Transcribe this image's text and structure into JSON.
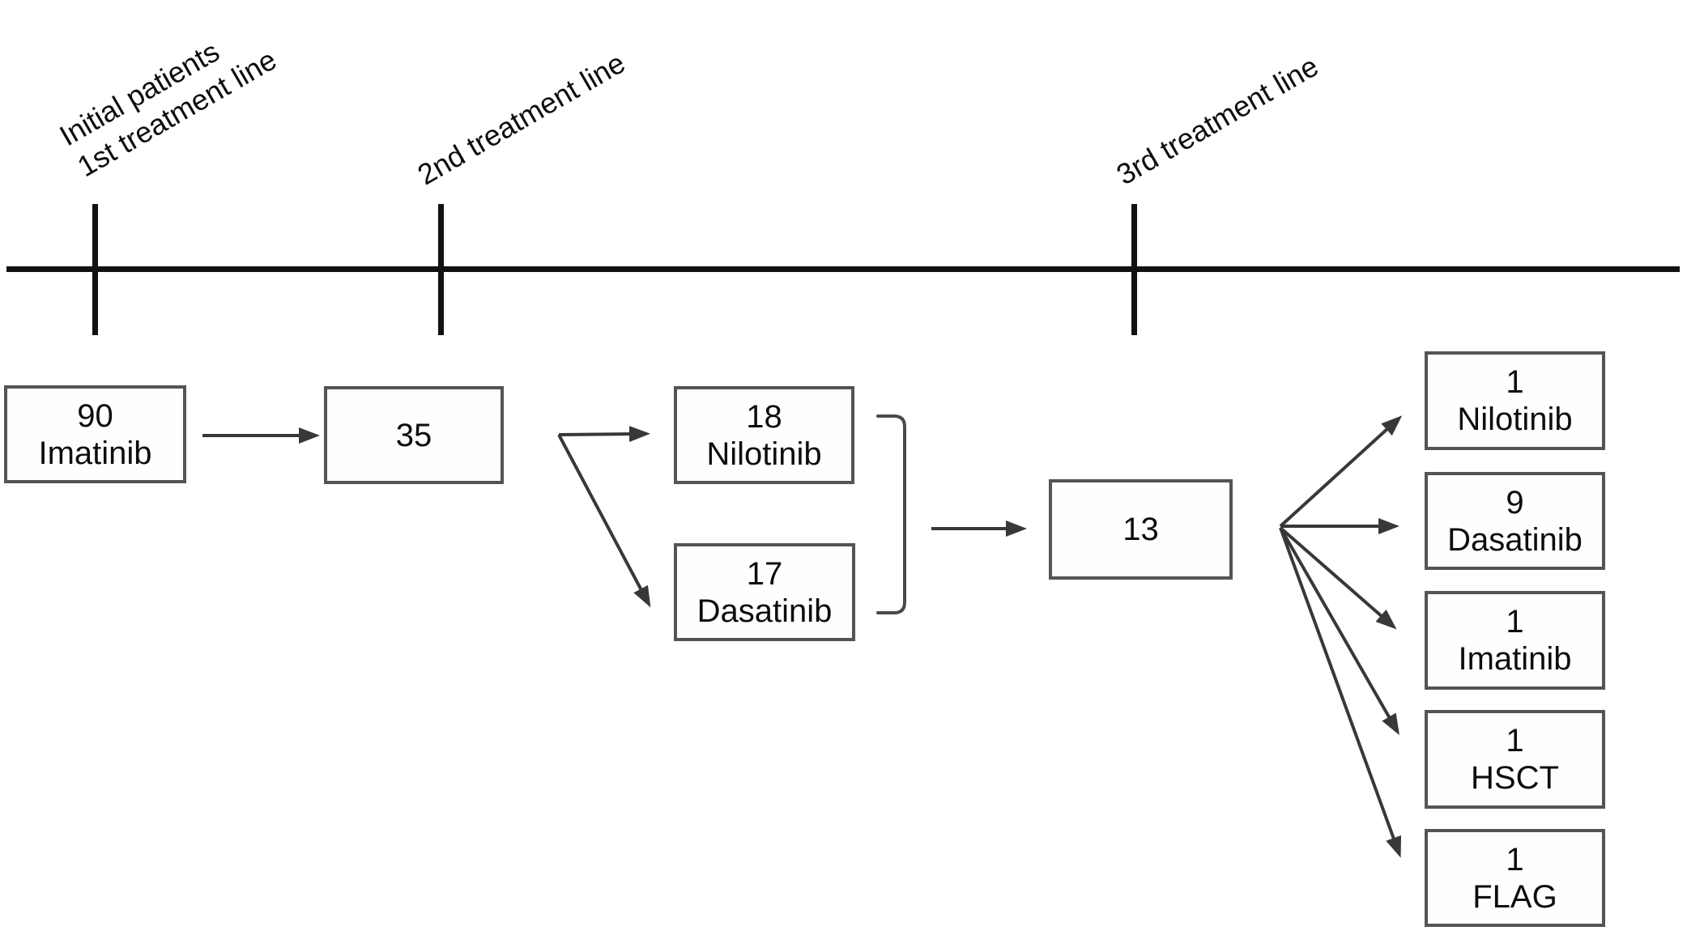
{
  "canvas": {
    "background_color": "#ffffff",
    "line_color": "#111111",
    "box_border_color": "#545454",
    "arrow_color": "#383838",
    "text_color": "#0d0d0d"
  },
  "timeline": {
    "markers": [
      {
        "label_line1": "Initial patients",
        "label_line2": "1st treatment line"
      },
      {
        "label_line1": "2nd treatment line",
        "label_line2": ""
      },
      {
        "label_line1": "3rd treatment line",
        "label_line2": ""
      }
    ]
  },
  "nodes": [
    {
      "count": "90",
      "drug": "Imatinib"
    },
    {
      "count": "35",
      "drug": ""
    },
    {
      "count": "18",
      "drug": "Nilotinib"
    },
    {
      "count": "17",
      "drug": "Dasatinib"
    },
    {
      "count": "13",
      "drug": ""
    },
    {
      "count": "1",
      "drug": "Nilotinib"
    },
    {
      "count": "9",
      "drug": "Dasatinib"
    },
    {
      "count": "1",
      "drug": "Imatinib"
    },
    {
      "count": "1",
      "drug": "HSCT"
    },
    {
      "count": "1",
      "drug": "FLAG"
    }
  ],
  "edges": [
    {
      "from": "90 Imatinib",
      "to": "35"
    },
    {
      "from": "35",
      "to": "18 Nilotinib"
    },
    {
      "from": "35",
      "to": "17 Dasatinib"
    },
    {
      "from": "18 Nilotinib + 17 Dasatinib",
      "to": "13"
    },
    {
      "from": "13",
      "to": "1 Nilotinib"
    },
    {
      "from": "13",
      "to": "9 Dasatinib"
    },
    {
      "from": "13",
      "to": "1 Imatinib"
    },
    {
      "from": "13",
      "to": "1 HSCT"
    },
    {
      "from": "13",
      "to": "1 FLAG"
    }
  ]
}
